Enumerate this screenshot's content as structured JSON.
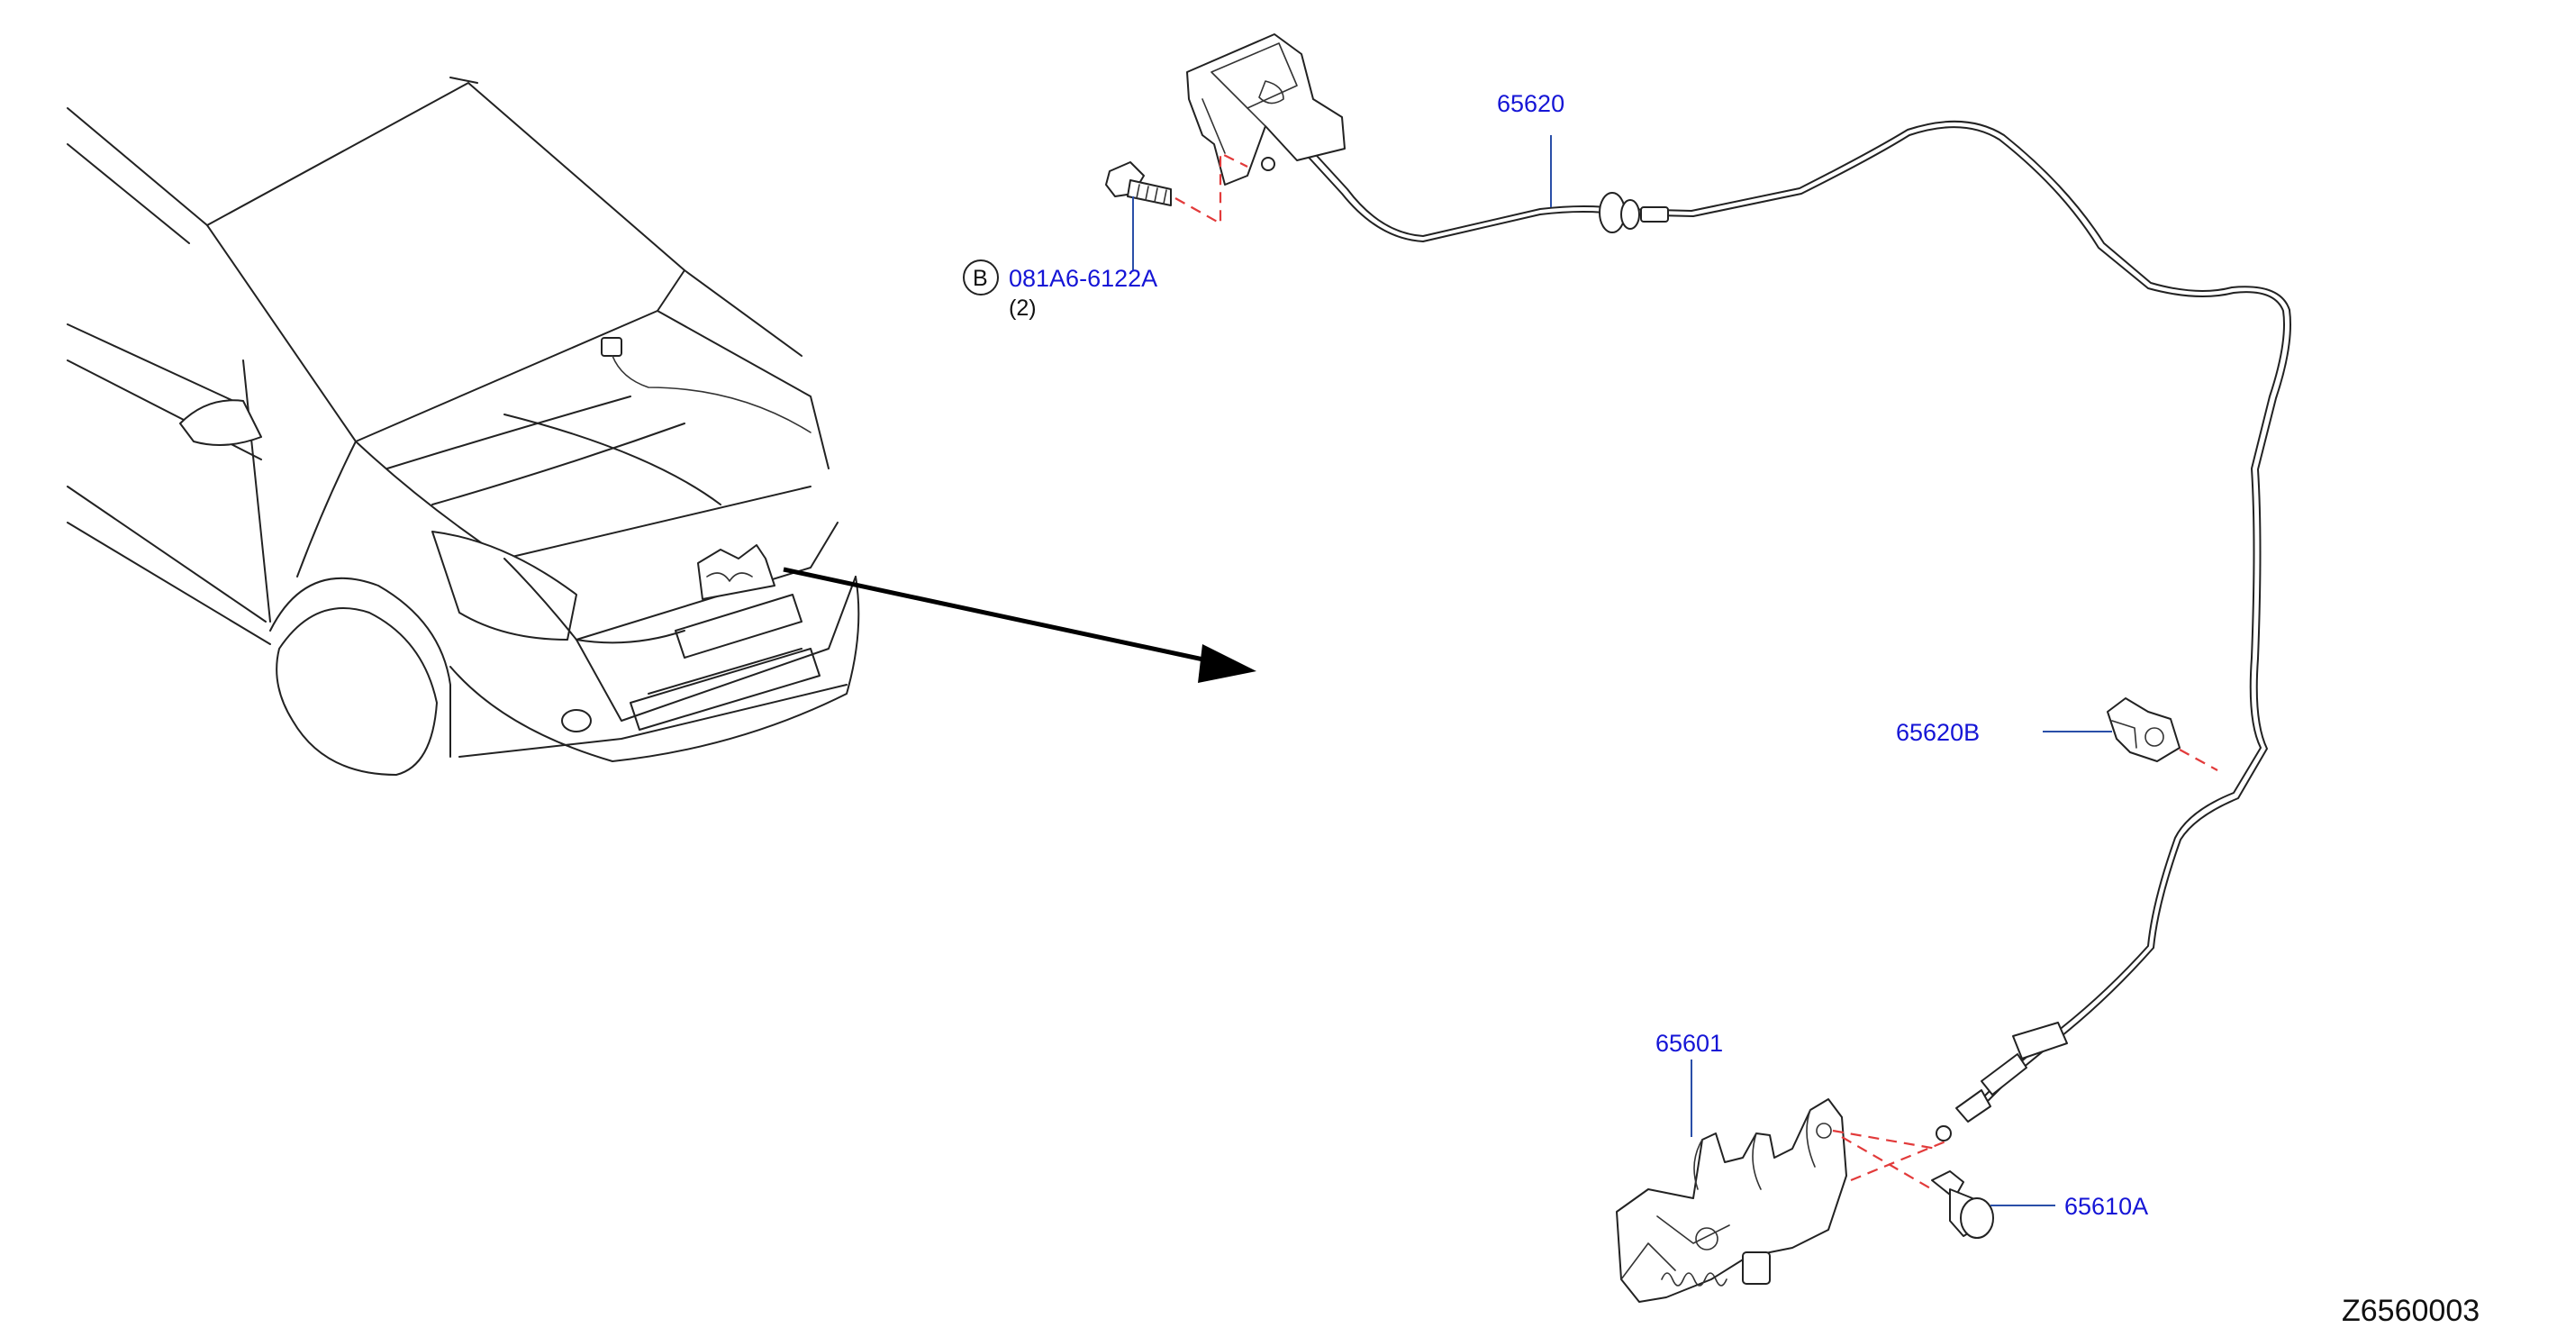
{
  "diagram": {
    "drawing_code": "Z6560003",
    "labels": {
      "cable": "65620",
      "bolt_circle": "B",
      "bolt_part": "081A6-6122A",
      "bolt_qty": "(2)",
      "clip": "65620B",
      "lock": "65601",
      "screw": "65610A"
    }
  }
}
